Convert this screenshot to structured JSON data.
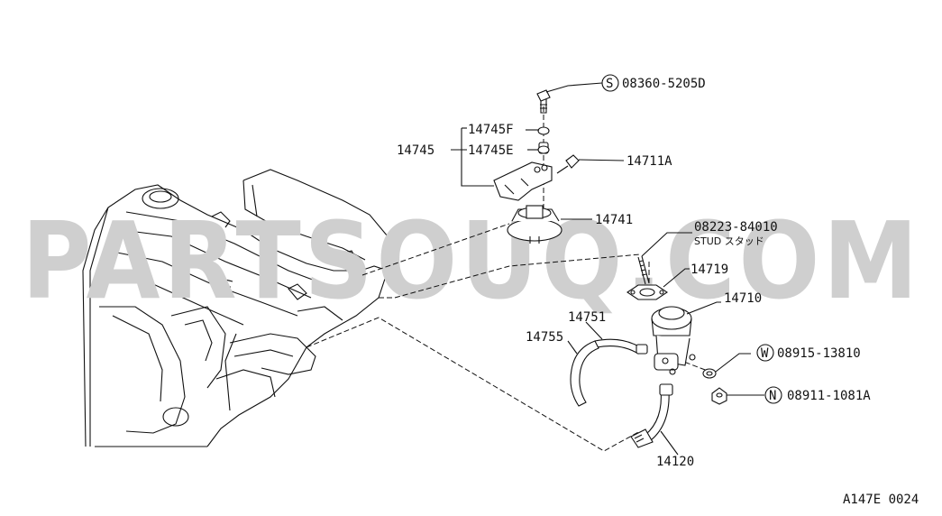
{
  "watermark": "PARTSOUQ.COM",
  "diagram_code": "A147E 0024",
  "labels": {
    "p08360": "08360-5205D",
    "p14745F": "14745F",
    "p14745": "14745",
    "p14745E": "14745E",
    "p14711A": "14711A",
    "p14741": "14741",
    "p08223": "08223-84010",
    "stud": "STUD スタッド",
    "p14719": "14719",
    "p14710": "14710",
    "p14751": "14751",
    "p14755": "14755",
    "p08915": "08915-13810",
    "p08911": "08911-1081A",
    "p14120": "14120"
  },
  "symbols": {
    "s": "S",
    "w": "W",
    "n": "N"
  }
}
